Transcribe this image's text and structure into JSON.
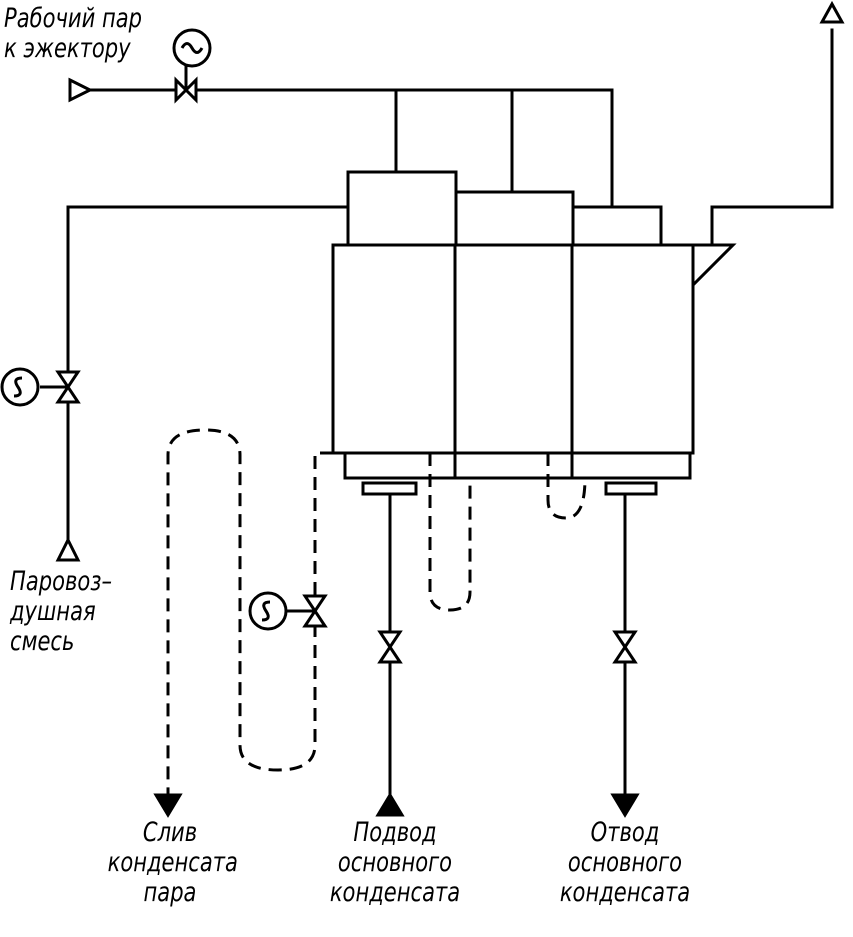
{
  "labels": {
    "steam": [
      "Рабочий пар",
      "к эжектору"
    ],
    "mix": [
      "Паровоз–",
      "душная",
      "смесь"
    ],
    "drain": [
      "Слив",
      "конденсата",
      "пара"
    ],
    "supply": [
      "Подвод",
      "основного",
      "конденсата"
    ],
    "outlet": [
      "Отвод",
      "основного",
      "конденсата"
    ]
  },
  "colors": {
    "line": "#000000",
    "background": "#ffffff"
  }
}
